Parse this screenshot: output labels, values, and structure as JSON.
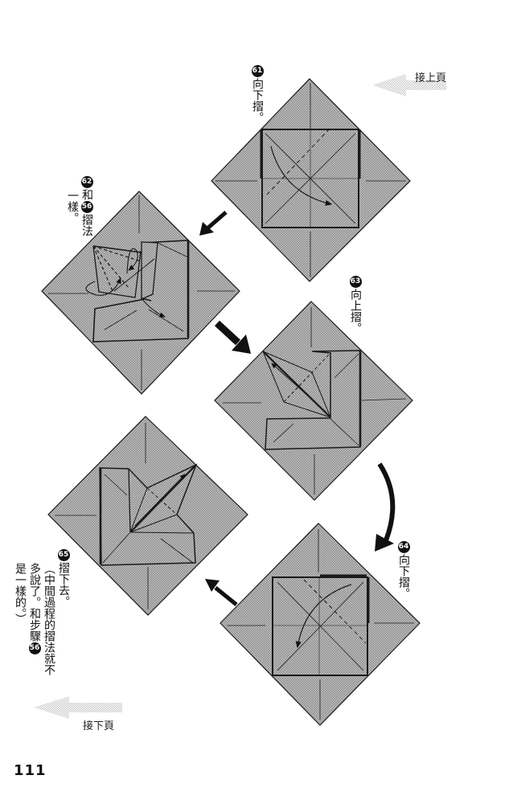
{
  "page": {
    "number": "111",
    "nav_prev_label": "接上頁",
    "nav_next_label": "接下頁",
    "colors": {
      "paper_fill": "#a9a9a9",
      "line": "#1a1a1a",
      "nav_arrow": "#d4d4d4",
      "background": "#ffffff"
    }
  },
  "steps": [
    {
      "id": "61",
      "num_label": "61",
      "text": "向下摺。"
    },
    {
      "id": "62",
      "num_label": "62",
      "text_before": "和",
      "ref_label": "56",
      "text_after": "摺法",
      "text_line2": "一樣。"
    },
    {
      "id": "63",
      "num_label": "63",
      "text": "向上摺。"
    },
    {
      "id": "64",
      "num_label": "64",
      "text": "向下摺。"
    },
    {
      "id": "65",
      "num_label": "65",
      "text": "摺下去。",
      "note_line1": "（中間過程的摺法就不",
      "note_line2_before": "多說了。和步驟",
      "note_ref_label": "56",
      "note_line3": "是一樣的。）"
    }
  ]
}
